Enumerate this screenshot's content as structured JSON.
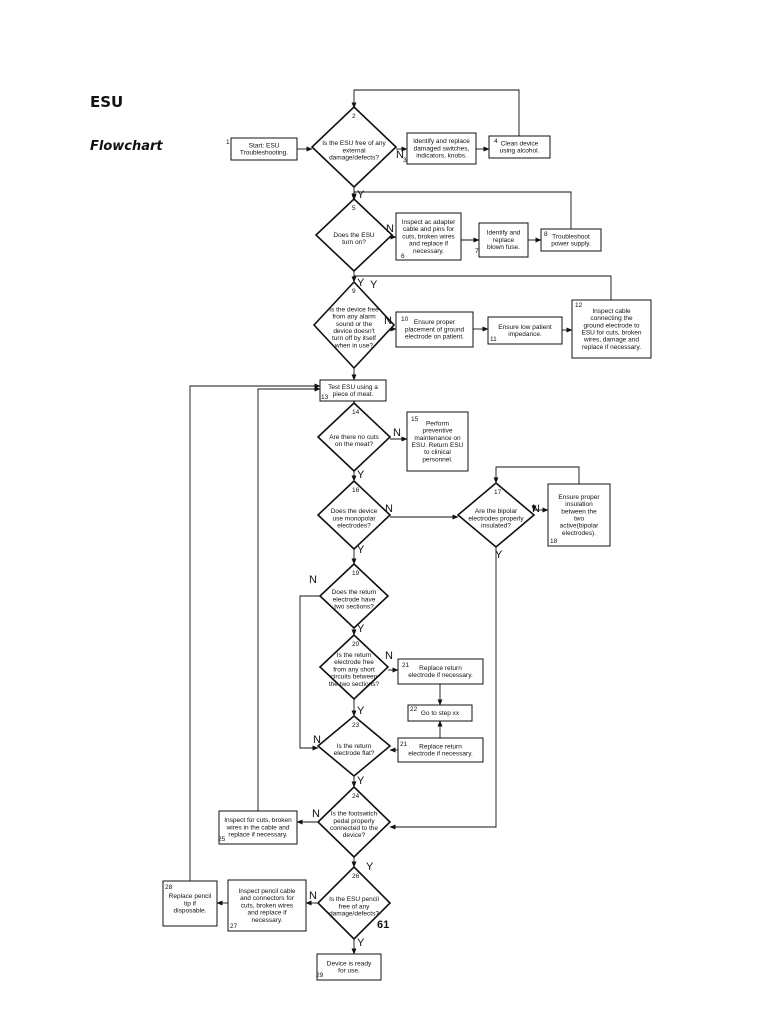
{
  "title": "ESU",
  "subtitle": "Flowchart",
  "page_number": "61",
  "nodes": [
    {
      "id": "n1",
      "num": "1",
      "kind": "box",
      "lines": [
        "Start: ESU",
        "Troubleshooting."
      ]
    },
    {
      "id": "n2",
      "num": "2",
      "kind": "decision",
      "lines": [
        "Is the ESU free of any",
        "external",
        "damage/defects?"
      ]
    },
    {
      "id": "n3",
      "num": "3",
      "kind": "box",
      "lines": [
        "Identify and replace",
        "damaged switches,",
        "indicators, knobs."
      ]
    },
    {
      "id": "n4",
      "num": "4",
      "kind": "box",
      "lines": [
        "Clean device",
        "using alcohol."
      ]
    },
    {
      "id": "n5",
      "num": "5",
      "kind": "decision",
      "lines": [
        "Does the ESU",
        "turn on?"
      ]
    },
    {
      "id": "n6",
      "num": "6",
      "kind": "box",
      "lines": [
        "Inspect ac adapter",
        "cable and pins for",
        "cuts, broken wires",
        "and replace if",
        "necessary."
      ]
    },
    {
      "id": "n7",
      "num": "7",
      "kind": "box",
      "lines": [
        "Identify and",
        "replace",
        "blown fuse."
      ]
    },
    {
      "id": "n8",
      "num": "8",
      "kind": "box",
      "lines": [
        "Troubleshoot",
        "power supply."
      ]
    },
    {
      "id": "n9",
      "num": "9",
      "kind": "decision",
      "lines": [
        "Is the device free",
        "from any alarm",
        "sound or the",
        "device doesn't",
        "turn off by itself",
        "when in use?"
      ]
    },
    {
      "id": "n10",
      "num": "10",
      "kind": "box",
      "lines": [
        "Ensure proper",
        "placement of ground",
        "electrode on patient."
      ]
    },
    {
      "id": "n11",
      "num": "11",
      "kind": "box",
      "lines": [
        "Ensure low patient",
        "impedance."
      ]
    },
    {
      "id": "n12",
      "num": "12",
      "kind": "box",
      "lines": [
        "Inspect cable",
        "connecting the",
        "ground electrode to",
        "ESU for cuts, broken",
        "wires, damage and",
        "replace if necessary."
      ]
    },
    {
      "id": "n13",
      "num": "13",
      "kind": "box",
      "lines": [
        "Test ESU using a",
        "piece of meat."
      ]
    },
    {
      "id": "n14",
      "num": "14",
      "kind": "decision",
      "lines": [
        "Are there no cuts",
        "on the meat?"
      ]
    },
    {
      "id": "n15",
      "num": "15",
      "kind": "box",
      "lines": [
        "Perform",
        "preventive",
        "maintenance on",
        "ESU. Return ESU",
        "to clinical",
        "personnel."
      ]
    },
    {
      "id": "n16",
      "num": "16",
      "kind": "decision",
      "lines": [
        "Does the device",
        "use monopolar",
        "electrodes?"
      ]
    },
    {
      "id": "n17",
      "num": "17",
      "kind": "decision",
      "lines": [
        "Are the bipolar",
        "electrodes properly",
        "insulated?"
      ]
    },
    {
      "id": "n18",
      "num": "18",
      "kind": "box",
      "lines": [
        "Ensure proper",
        "insulation",
        "between the",
        "two",
        "active(bipolar",
        "electrodes)."
      ]
    },
    {
      "id": "n19",
      "num": "19",
      "kind": "decision",
      "lines": [
        "Does the return",
        "electrode have",
        "two sections?"
      ]
    },
    {
      "id": "n20",
      "num": "20",
      "kind": "decision",
      "lines": [
        "Is the return",
        "electrode free",
        "from any short",
        "circuits between",
        "the two sections?"
      ]
    },
    {
      "id": "n21a",
      "num": "21",
      "kind": "box",
      "lines": [
        "Replace return",
        "electrode if necessary."
      ]
    },
    {
      "id": "n22",
      "num": "22",
      "kind": "box",
      "lines": [
        "Go to step xx"
      ]
    },
    {
      "id": "n23",
      "num": "23",
      "kind": "decision",
      "lines": [
        "Is the return",
        "electrode flat?"
      ]
    },
    {
      "id": "n21b",
      "num": "21",
      "kind": "box",
      "lines": [
        "Replace return",
        "electrode if necessary."
      ]
    },
    {
      "id": "n24",
      "num": "24",
      "kind": "decision",
      "lines": [
        "Is the footswitch",
        "pedal properly",
        "connected to the",
        "device?"
      ]
    },
    {
      "id": "n25",
      "num": "25",
      "kind": "box",
      "lines": [
        "Inspect for cuts, broken",
        "wires in the cable and",
        "replace if necessary."
      ]
    },
    {
      "id": "n26",
      "num": "26",
      "kind": "decision",
      "lines": [
        "Is the ESU pencil",
        "free of any",
        "damage/defects?"
      ]
    },
    {
      "id": "n27",
      "num": "27",
      "kind": "box",
      "lines": [
        "Inspect pencil cable",
        "and connectors for",
        "cuts, broken wires",
        "and replace if",
        "necessary."
      ]
    },
    {
      "id": "n28",
      "num": "28",
      "kind": "box",
      "lines": [
        "Replace pencil",
        "tip if",
        "disposable."
      ]
    },
    {
      "id": "n29",
      "num": "29",
      "kind": "box",
      "lines": [
        "Device is ready",
        "for use."
      ]
    }
  ],
  "edge_labels": [
    {
      "id": "e2y",
      "text": "Y"
    },
    {
      "id": "e2n",
      "text": "N"
    },
    {
      "id": "e5y",
      "text": "Y"
    },
    {
      "id": "e5n",
      "text": "N"
    },
    {
      "id": "e9y",
      "text": "Y"
    },
    {
      "id": "e9n",
      "text": "N"
    },
    {
      "id": "e14y",
      "text": "Y"
    },
    {
      "id": "e14n",
      "text": "N"
    },
    {
      "id": "e16y",
      "text": "Y"
    },
    {
      "id": "e16n",
      "text": "N"
    },
    {
      "id": "e17y",
      "text": "Y"
    },
    {
      "id": "e17n",
      "text": "N"
    },
    {
      "id": "e19y",
      "text": "Y"
    },
    {
      "id": "e19n",
      "text": "N"
    },
    {
      "id": "e20y",
      "text": "Y"
    },
    {
      "id": "e20n",
      "text": "N"
    },
    {
      "id": "e23y",
      "text": "Y"
    },
    {
      "id": "e23n",
      "text": "N"
    },
    {
      "id": "e24y",
      "text": "Y"
    },
    {
      "id": "e24n",
      "text": "N"
    },
    {
      "id": "e26y",
      "text": "Y"
    },
    {
      "id": "e26n",
      "text": "N"
    }
  ]
}
